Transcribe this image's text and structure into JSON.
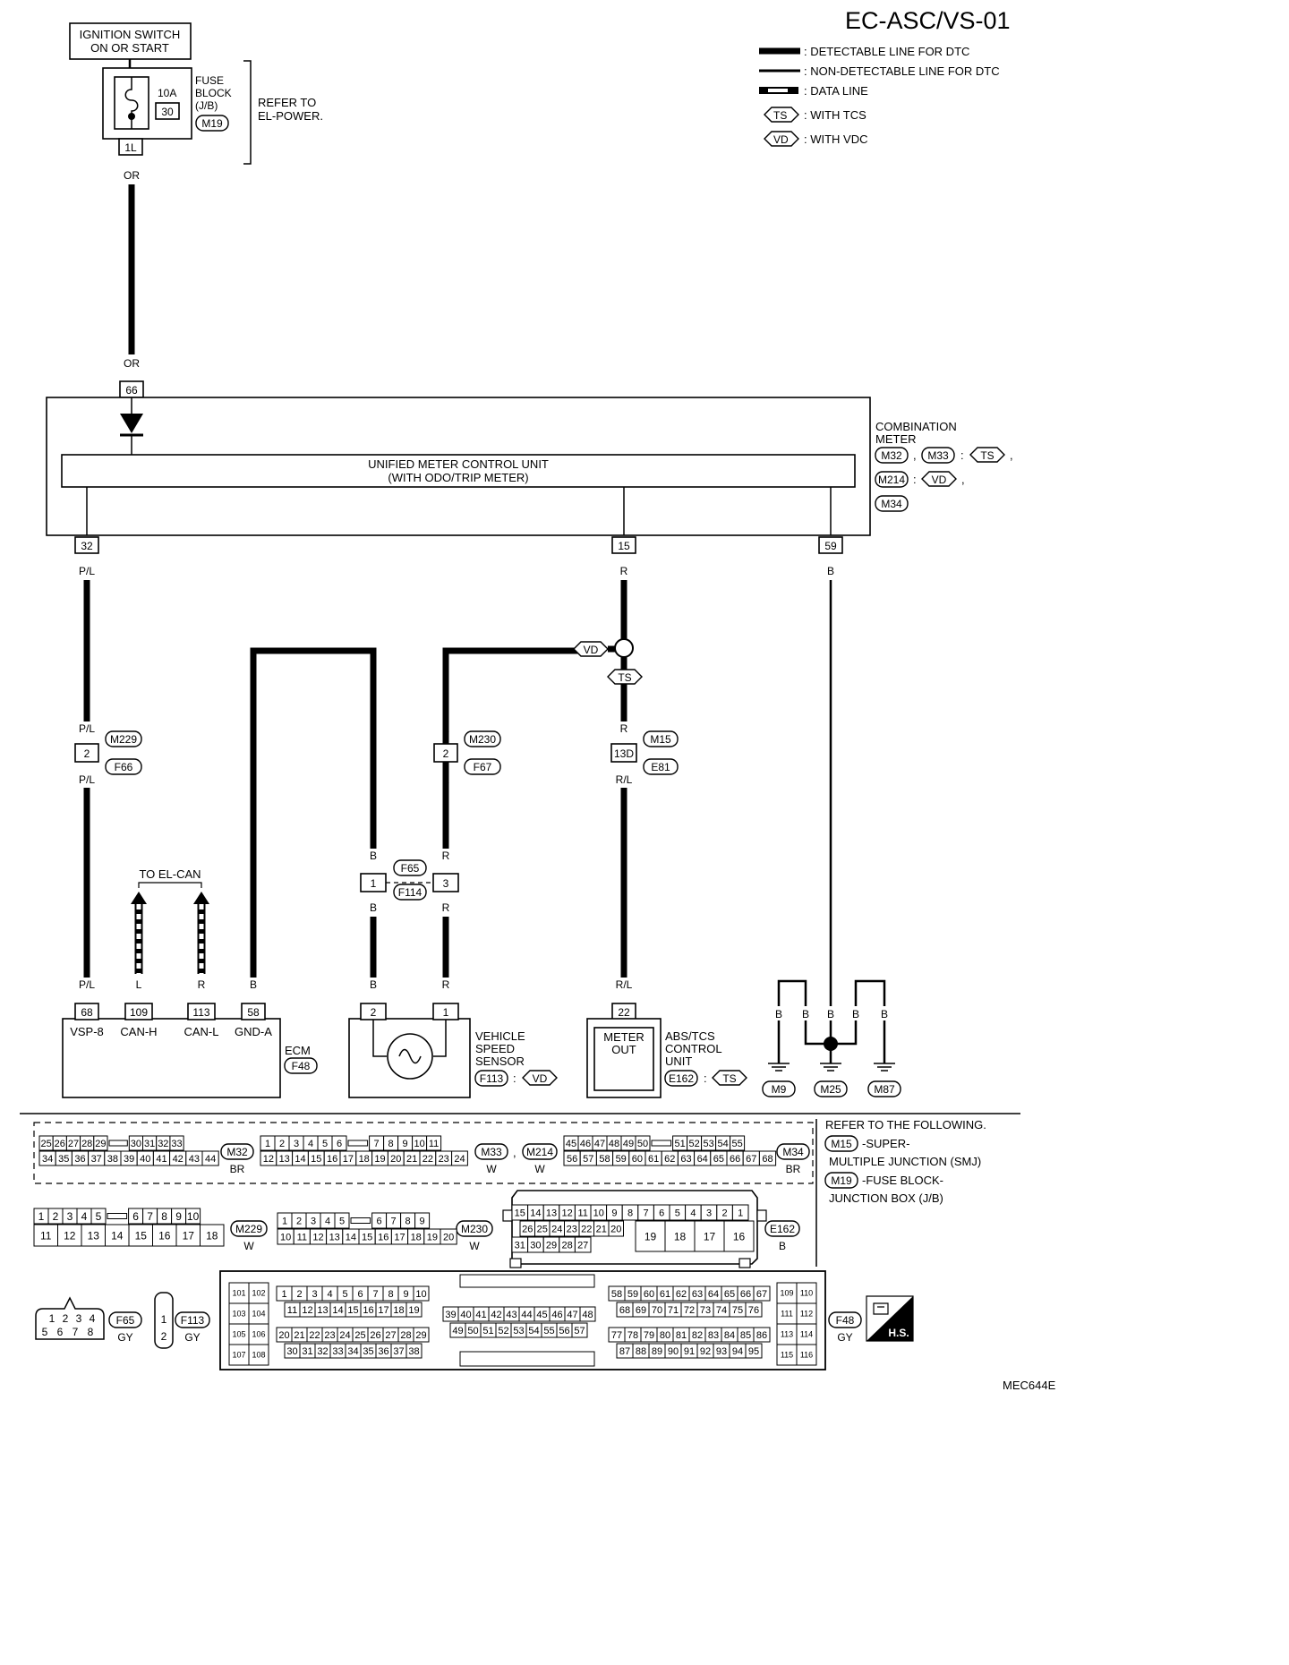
{
  "header": {
    "title": "EC-ASC/VS-01",
    "footer_code": "MEC644E"
  },
  "legend": {
    "detectable": ": DETECTABLE LINE FOR DTC",
    "non_detectable": ": NON-DETECTABLE LINE FOR DTC",
    "data_line": ": DATA LINE",
    "with_tcs_tag": "TS",
    "with_tcs": ": WITH TCS",
    "with_vdc_tag": "VD",
    "with_vdc": ": WITH VDC"
  },
  "ignition": {
    "line1": "IGNITION SWITCH",
    "line2": "ON OR START"
  },
  "fuse": {
    "amp": "10A",
    "num": "30",
    "label1": "FUSE",
    "label2": "BLOCK",
    "label3": "(J/B)",
    "conn": "M19",
    "pin": "1L",
    "wire_top": "OR",
    "wire_bottom": "OR",
    "refer1": "REFER TO",
    "refer2": "EL-POWER."
  },
  "combination_meter": {
    "label1": "COMBINATION",
    "label2": "METER",
    "conn1": "M32",
    "conn2": "M33",
    "tag_ts": "TS",
    "conn3": "M214",
    "tag_vd": "VD",
    "conn4": "M34",
    "sep_comma": ",",
    "sep_colon": ":",
    "inner1": "UNIFIED METER CONTROL UNIT",
    "inner2": "(WITH ODO/TRIP METER)",
    "pin_in": "66",
    "pin_32": "32",
    "pin_15": "15",
    "pin_59": "59"
  },
  "wires": {
    "pl": "P/L",
    "b": "B",
    "r": "R",
    "rl": "R/L",
    "l": "L"
  },
  "junctions": {
    "m229": "M229",
    "f66": "F66",
    "pin_m229": "2",
    "m230": "M230",
    "f67": "F67",
    "pin_m230": "2",
    "m15": "M15",
    "e81": "E81",
    "pin_m15": "13D",
    "f65": "F65",
    "f114": "F114",
    "pin_f65a": "1",
    "pin_f65b": "3",
    "tag_vd": "VD",
    "tag_ts": "TS"
  },
  "to_el_can": "TO EL-CAN",
  "ecm": {
    "label": "ECM",
    "conn": "F48",
    "pins": [
      "68",
      "109",
      "113",
      "58"
    ],
    "names": [
      "VSP-8",
      "CAN-H",
      "CAN-L",
      "GND-A"
    ]
  },
  "vss": {
    "label1": "VEHICLE",
    "label2": "SPEED",
    "label3": "SENSOR",
    "conn": "F113",
    "tag": "VD",
    "pins": [
      "2",
      "1"
    ]
  },
  "abs": {
    "label1": "ABS/TCS",
    "label2": "CONTROL",
    "label3": "UNIT",
    "conn": "E162",
    "tag": "TS",
    "pin": "22",
    "inner1": "METER",
    "inner2": "OUT"
  },
  "grounds": [
    "M9",
    "M25",
    "M87"
  ],
  "refer": {
    "line1": "REFER TO THE FOLLOWING.",
    "m15": "M15",
    "m15_text1": "-SUPER-",
    "m15_text2": "MULTIPLE JUNCTION (SMJ)",
    "m19": "M19",
    "m19_text1": "-FUSE BLOCK-",
    "m19_text2": "JUNCTION BOX (J/B)"
  },
  "connectors": {
    "m32": {
      "label": "M32",
      "color": "BR"
    },
    "m33": {
      "label": "M33",
      "color": "W"
    },
    "m214": {
      "label": "M214",
      "color": "W"
    },
    "m34": {
      "label": "M34",
      "color": "BR"
    },
    "m229": {
      "label": "M229",
      "color": "W"
    },
    "m230": {
      "label": "M230",
      "color": "W"
    },
    "e162": {
      "label": "E162",
      "color": "B"
    },
    "f65": {
      "label": "F65",
      "color": "GY"
    },
    "f113": {
      "label": "F113",
      "color": "GY"
    },
    "f48": {
      "label": "F48",
      "color": "GY"
    },
    "hs": "H.S."
  },
  "pin_rows": {
    "m32_top": [
      "25",
      "26",
      "27",
      "28",
      "29",
      "",
      "30",
      "31",
      "32",
      "33"
    ],
    "m32_bot": [
      "34",
      "35",
      "36",
      "37",
      "38",
      "39",
      "40",
      "41",
      "42",
      "43",
      "44"
    ],
    "m33_top": [
      "1",
      "2",
      "3",
      "4",
      "5",
      "6",
      "",
      "7",
      "8",
      "9",
      "10",
      "11"
    ],
    "m33_bot": [
      "12",
      "13",
      "14",
      "15",
      "16",
      "17",
      "18",
      "19",
      "20",
      "21",
      "22",
      "23",
      "24"
    ],
    "m34_top": [
      "45",
      "46",
      "47",
      "48",
      "49",
      "50",
      "",
      "51",
      "52",
      "53",
      "54",
      "55"
    ],
    "m34_bot": [
      "56",
      "57",
      "58",
      "59",
      "60",
      "61",
      "62",
      "63",
      "64",
      "65",
      "66",
      "67",
      "68"
    ],
    "m229_top": [
      "1",
      "2",
      "3",
      "4",
      "5",
      "",
      "6",
      "7",
      "8",
      "9",
      "10"
    ],
    "m229_bot": [
      "11",
      "12",
      "13",
      "14",
      "15",
      "16",
      "17",
      "18"
    ],
    "m230_top": [
      "1",
      "2",
      "3",
      "4",
      "5",
      "",
      "6",
      "7",
      "8",
      "9"
    ],
    "m230_bot": [
      "10",
      "11",
      "12",
      "13",
      "14",
      "15",
      "16",
      "17",
      "18",
      "19",
      "20"
    ],
    "e162_r1": [
      "15",
      "14",
      "13",
      "12",
      "11",
      "10",
      "9",
      "8",
      "7",
      "6",
      "5",
      "4",
      "3",
      "2",
      "1"
    ],
    "e162_r2": [
      "26",
      "25",
      "24",
      "23",
      "22",
      "21",
      "20"
    ],
    "e162_r3": [
      "31",
      "30",
      "29",
      "28",
      "27"
    ],
    "e162_big": [
      "19",
      "18",
      "17",
      "16"
    ],
    "f65": [
      "1",
      "2",
      "3",
      "4",
      "5",
      "6",
      "7",
      "8"
    ],
    "f113": [
      "1",
      "2"
    ],
    "f48_left": [
      "101",
      "102",
      "103",
      "104",
      "105",
      "106",
      "107",
      "108"
    ],
    "f48_a1": [
      "1",
      "2",
      "3",
      "4",
      "5",
      "6",
      "7",
      "8",
      "9",
      "10"
    ],
    "f48_a2": [
      "11",
      "12",
      "13",
      "14",
      "15",
      "16",
      "17",
      "18",
      "19"
    ],
    "f48_a3": [
      "20",
      "21",
      "22",
      "23",
      "24",
      "25",
      "26",
      "27",
      "28",
      "29"
    ],
    "f48_a4": [
      "30",
      "31",
      "32",
      "33",
      "34",
      "35",
      "36",
      "37",
      "38"
    ],
    "f48_b1": [
      "39",
      "40",
      "41",
      "42",
      "43",
      "44",
      "45",
      "46",
      "47",
      "48"
    ],
    "f48_b2": [
      "49",
      "50",
      "51",
      "52",
      "53",
      "54",
      "55",
      "56",
      "57"
    ],
    "f48_c1": [
      "58",
      "59",
      "60",
      "61",
      "62",
      "63",
      "64",
      "65",
      "66",
      "67"
    ],
    "f48_c2": [
      "68",
      "69",
      "70",
      "71",
      "72",
      "73",
      "74",
      "75",
      "76"
    ],
    "f48_c3": [
      "77",
      "78",
      "79",
      "80",
      "81",
      "82",
      "83",
      "84",
      "85",
      "86"
    ],
    "f48_c4": [
      "87",
      "88",
      "89",
      "90",
      "91",
      "92",
      "93",
      "94",
      "95"
    ],
    "f48_right": [
      "109",
      "110",
      "111",
      "112",
      "113",
      "114",
      "115",
      "116"
    ]
  }
}
